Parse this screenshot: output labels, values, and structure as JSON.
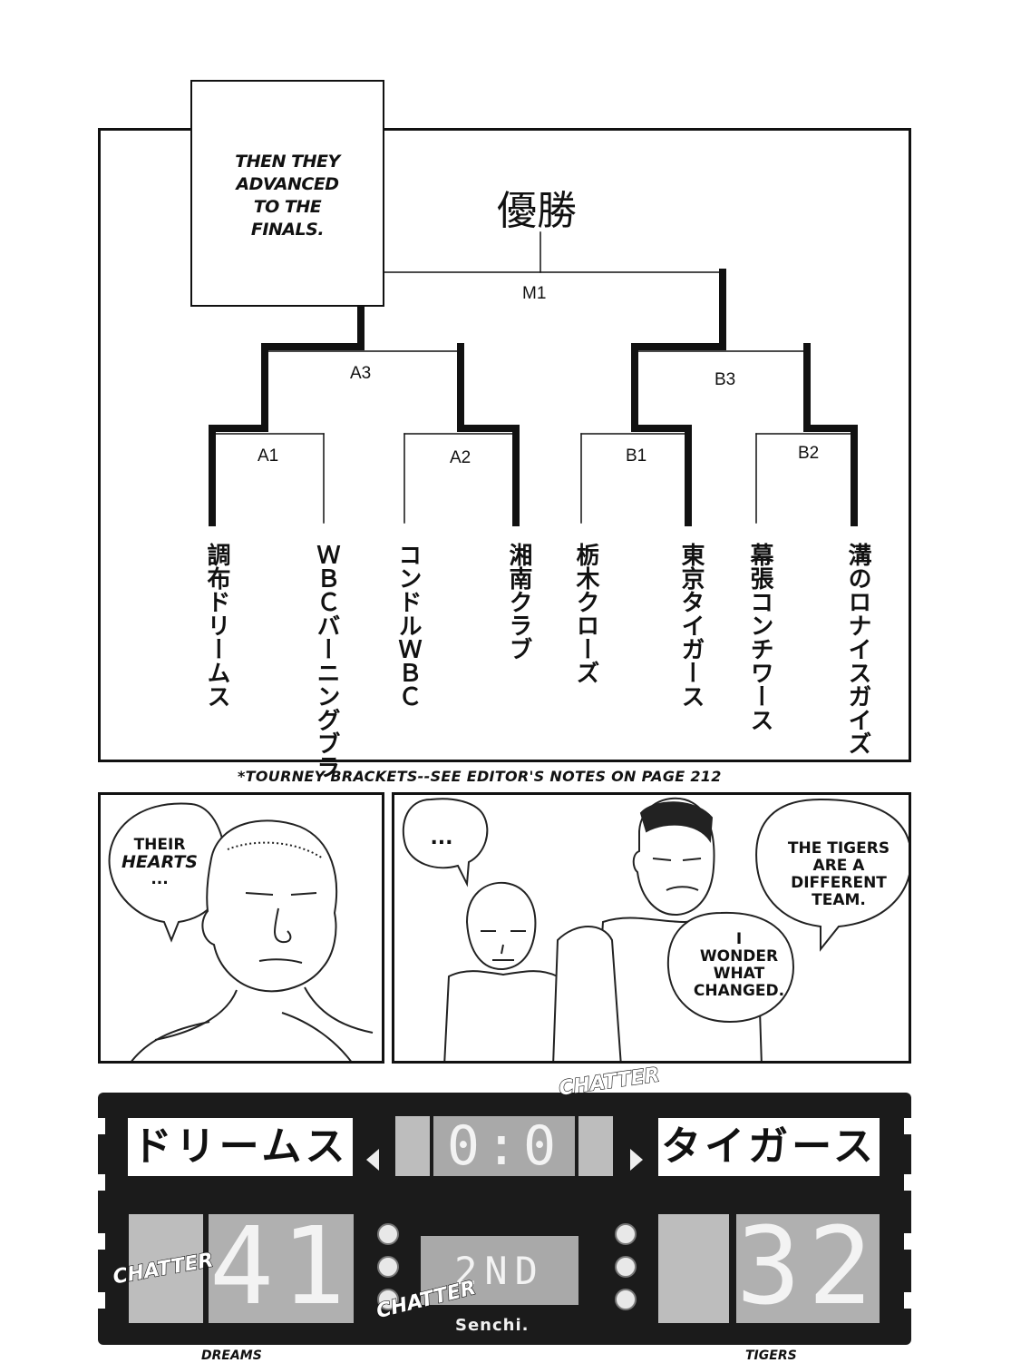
{
  "caption": {
    "lines": [
      "THEN THEY",
      "ADVANCED",
      "TO THE",
      "FINALS."
    ]
  },
  "bracket": {
    "title": "優勝",
    "matches": {
      "final": "M1",
      "a3": "A3",
      "b3": "B3",
      "a1": "A1",
      "a2": "A2",
      "b1": "B1",
      "b2": "B2"
    },
    "teams": [
      "調布ドリームス",
      "ＷＢＣバーニングブラ",
      "コンドルＷＢＣ",
      "湘南クラブ",
      "栃木クローズ",
      "東京タイガース",
      "幕張コンチワース",
      "溝のロナイスガイズ"
    ]
  },
  "note": "*TOURNEY BRACKETS--SEE EDITOR'S NOTES ON PAGE 212",
  "panel_left": {
    "bubble_lines": [
      "THEIR",
      "HEARTS",
      "..."
    ]
  },
  "panel_right": {
    "bubble_ellipsis": "...",
    "bubble_tigers": [
      "THE TIGERS",
      "ARE A",
      "DIFFERENT",
      "TEAM."
    ],
    "bubble_wonder": [
      "I",
      "WONDER",
      "WHAT",
      "CHANGED."
    ]
  },
  "scoreboard": {
    "home_name": "ドリームス",
    "away_name": "タイガース",
    "clock": "0:0",
    "home_score": "41",
    "away_score": "32",
    "period": "2ND",
    "brand": "Senchi.",
    "sfx": [
      "CHATTER",
      "CHATTER",
      "CHATTER"
    ],
    "home_label": "DREAMS",
    "away_label": "TIGERS"
  }
}
